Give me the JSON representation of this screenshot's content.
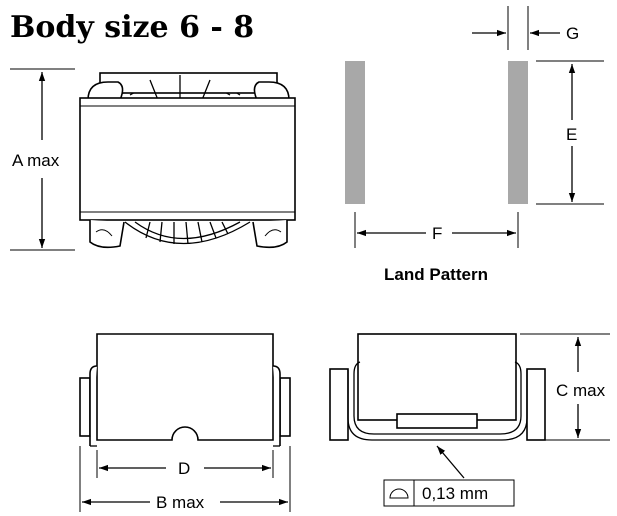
{
  "title": "Body size 6 - 8",
  "labels": {
    "a_max": "A max",
    "b_max": "B max",
    "c_max": "C max",
    "d": "D",
    "e": "E",
    "f": "F",
    "g": "G",
    "land_pattern": "Land Pattern",
    "flatness": "0,13 mm"
  },
  "colors": {
    "pad": "#a8a8a8",
    "line": "#000000"
  },
  "icons": {
    "flatness_symbol": "semicircle-flatness-icon"
  }
}
